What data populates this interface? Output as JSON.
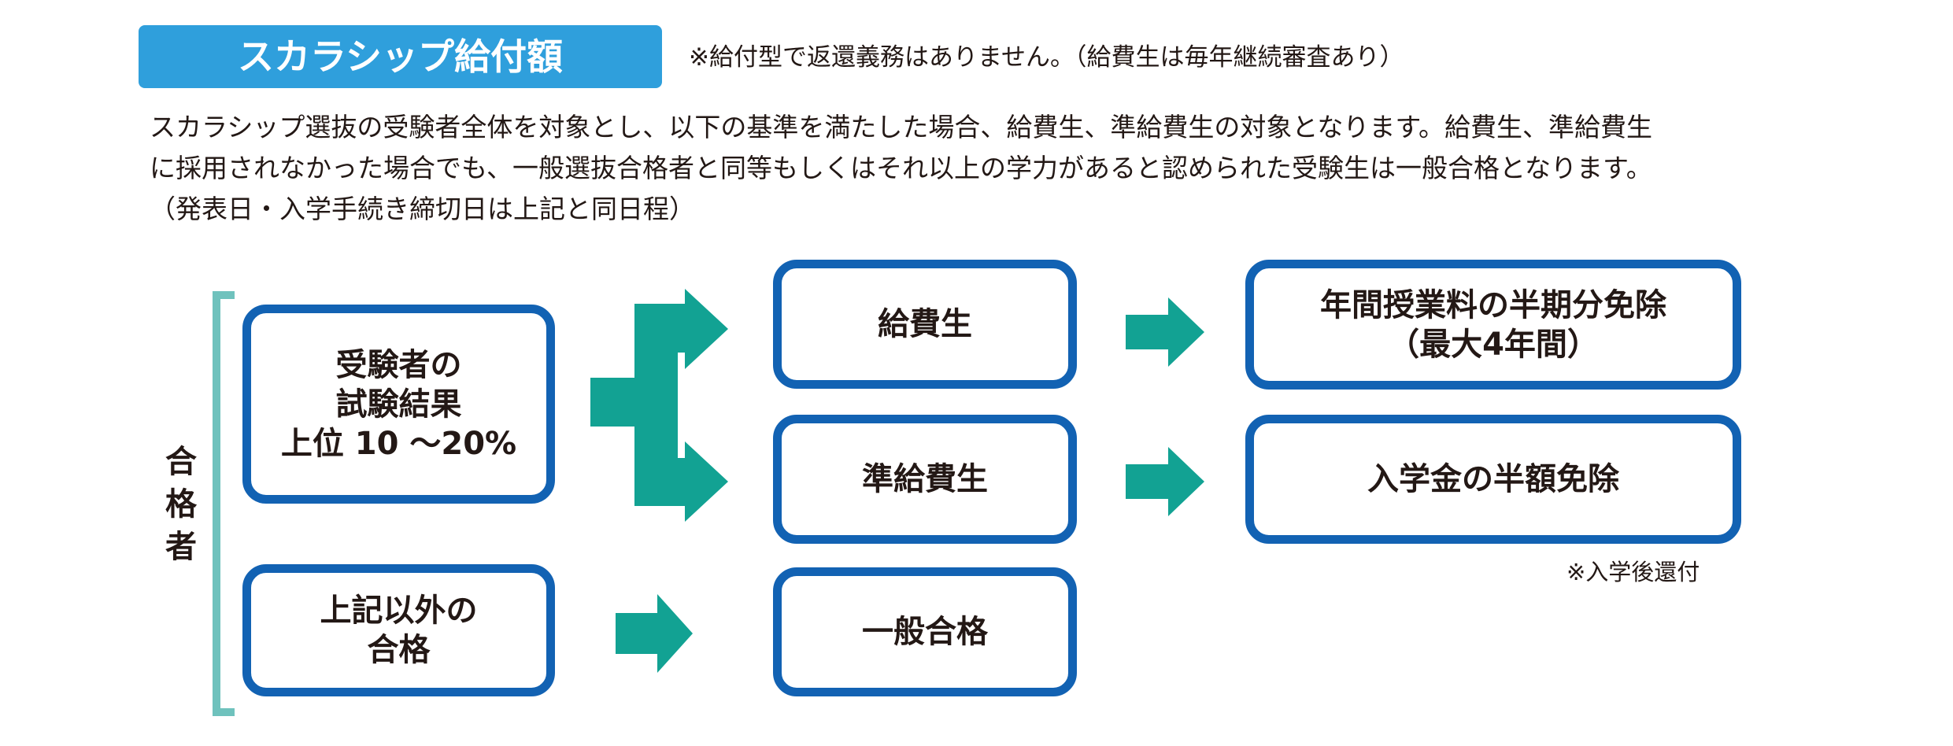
{
  "header": {
    "title": "スカラシップ給付額",
    "note": "※給付型で返還義務はありません。（給費生は毎年継続審査あり）"
  },
  "description": {
    "line1": "スカラシップ選抜の受験者全体を対象とし、以下の基準を満たした場合、給費生、準給費生の対象となります。給費生、準給費生",
    "line2": "に採用されなかった場合でも、一般選抜合格者と同等もしくはそれ以上の学力があると認められた受験生は一般合格となります。",
    "line3": "（発表日・入学手続き締切日は上記と同日程）"
  },
  "diagram": {
    "bracket_label": "合\n格\n者",
    "top_criteria": "受験者の\n試験結果\n上位 10 ～20%",
    "other_criteria": "上記以外の\n合格",
    "kyuhisei": "給費生",
    "jun_kyuhisei": "準給費生",
    "general_pass": "一般合格",
    "benefit_tuition": "年間授業料の半期分免除\n（最大4年間）",
    "benefit_admission": "入学金の半額免除",
    "footnote": "※入学後還付",
    "colors": {
      "arrow": "#12a293",
      "border": "#1262b3",
      "bracket": "#6fc2bd",
      "badge": "#2f9fdc"
    }
  }
}
